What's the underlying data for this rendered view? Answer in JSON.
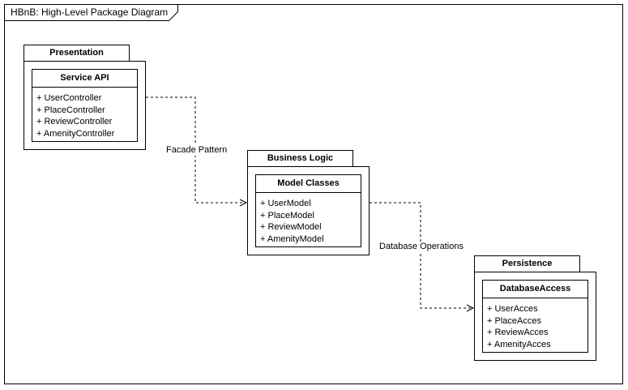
{
  "frame": {
    "title": "HBnB: High-Level Package Diagram"
  },
  "packages": [
    {
      "name": "Presentation",
      "class_name": "Service API",
      "members": [
        "+ UserController",
        "+ PlaceController",
        "+ ReviewController",
        "+ AmenityController"
      ]
    },
    {
      "name": "Business Logic",
      "class_name": "Model Classes",
      "members": [
        "+ UserModel",
        "+ PlaceModel",
        "+ ReviewModel",
        "+ AmenityModel"
      ]
    },
    {
      "name": "Persistence",
      "class_name": "DatabaseAccess",
      "members": [
        "+ UserAcces",
        "+ PlaceAcces",
        "+ ReviewAcces",
        "+ AmenityAcces"
      ]
    }
  ],
  "edges": [
    {
      "label": "Facade Pattern"
    },
    {
      "label": "Database Operations"
    }
  ],
  "colors": {
    "line": "#000000",
    "background": "#ffffff"
  }
}
